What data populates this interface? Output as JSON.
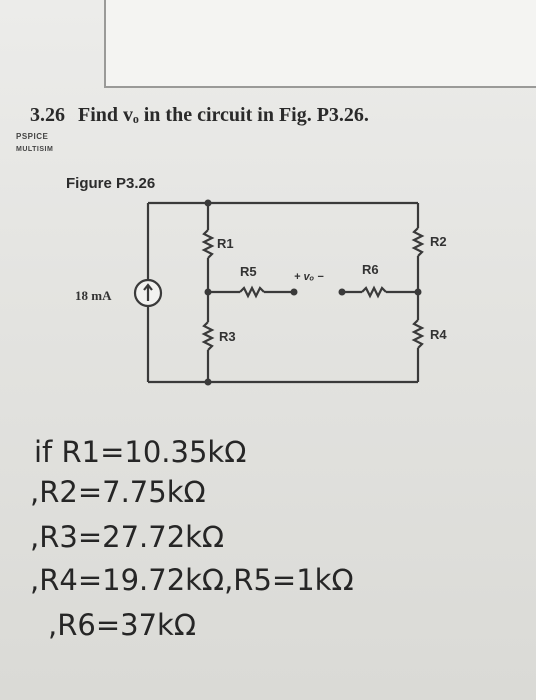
{
  "problem": {
    "number": "3.26",
    "text": "Find vₒ in the circuit in Fig. P3.26.",
    "tag1": "PSPICE",
    "tag2": "MULTISIM"
  },
  "figure": {
    "label": "Figure P3.26",
    "source_label": "18 mA",
    "resistors": [
      "R1",
      "R2",
      "R3",
      "R4",
      "R5",
      "R6"
    ],
    "vo_label": "+ vₒ −"
  },
  "conditions": [
    "if R1=10.35kΩ",
    ",R2=7.75kΩ",
    ",R3=27.72kΩ",
    ",R4=19.72kΩ,R5=1kΩ",
    ",R6=37kΩ"
  ]
}
